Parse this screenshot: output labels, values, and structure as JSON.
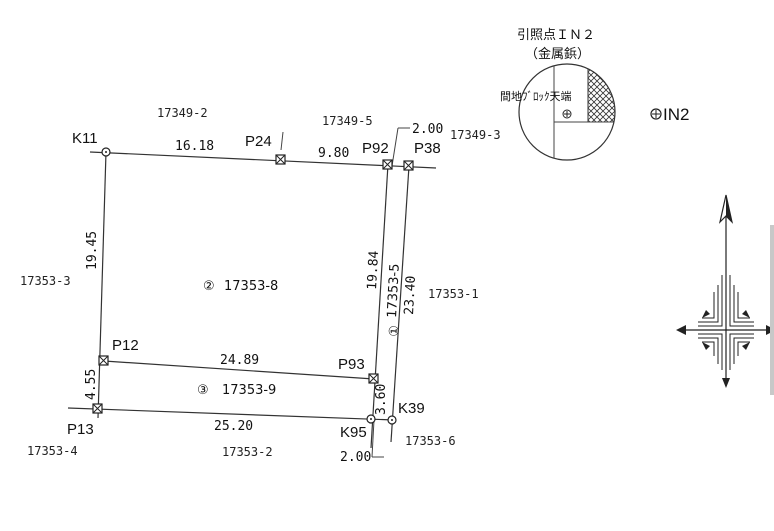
{
  "reference": {
    "title": "引照点ＩＮ２",
    "subtitle": "（金属鋲）",
    "note": "間地ﾌﾞﾛｯｸ天端",
    "point_label": "IN2"
  },
  "adjacent_lots": {
    "top_left": "17349-2",
    "top_middle": "17349-5",
    "top_right": "17349-3",
    "left": "17353-3",
    "right": "17353-1",
    "bottom_left": "17353-4",
    "bottom_middle": "17353-2",
    "bottom_right": "17353-6"
  },
  "points": {
    "k11": "K11",
    "p24": "P24",
    "p92": "P92",
    "p38": "P38",
    "p12": "P12",
    "p93": "P93",
    "p13": "P13",
    "k95": "K95",
    "k39": "K39"
  },
  "dimensions": {
    "top_left": "16.18",
    "top_right": "9.80",
    "top_offset": "2.00",
    "left": "19.45",
    "inner_right": "19.84",
    "outer_right": "23.40",
    "middle": "24.89",
    "bottom": "25.20",
    "left_short": "4.55",
    "right_short": "3.60",
    "bottom_offset": "2.00"
  },
  "lots": {
    "lot2_marker": "②",
    "lot2_label": "17353-8",
    "lot1_marker": "①",
    "lot1_label": "17353-5",
    "lot3_marker": "③",
    "lot3_label": "17353-9"
  }
}
